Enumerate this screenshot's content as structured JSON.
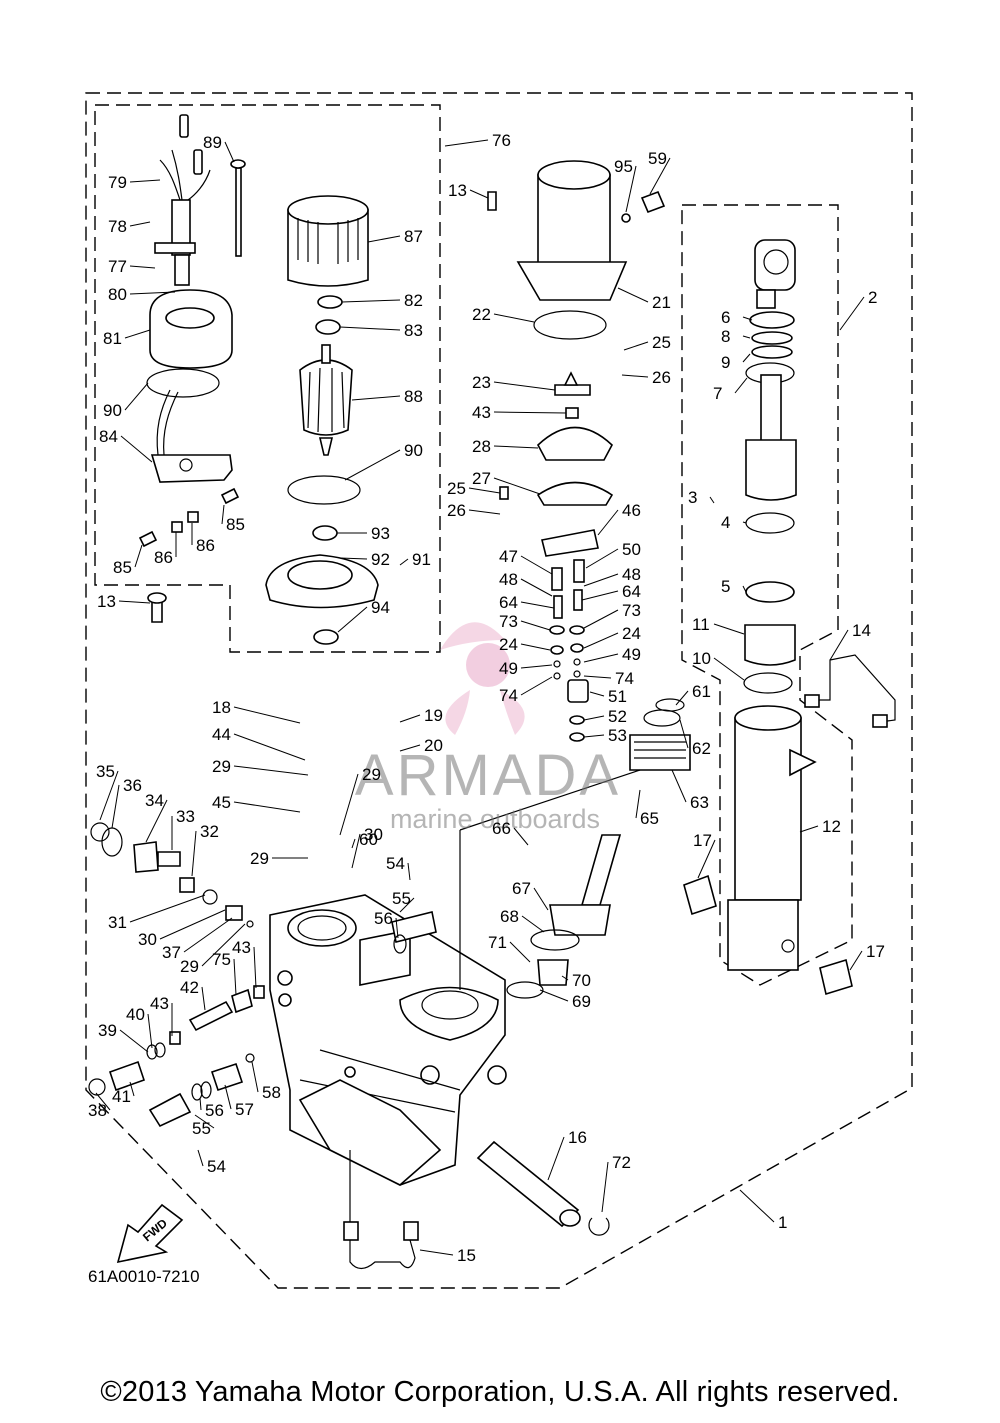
{
  "diagram_code": "61A0010-7210",
  "fwd_label": "FWD",
  "watermark": {
    "brand": "ARMADA",
    "tagline": "marine outboards"
  },
  "copyright": "©2013 Yamaha Motor Corporation, U.S.A. All rights reserved.",
  "callouts": [
    "1",
    "2",
    "3",
    "4",
    "5",
    "6",
    "7",
    "8",
    "9",
    "10",
    "11",
    "12",
    "13",
    "14",
    "15",
    "16",
    "17",
    "18",
    "19",
    "20",
    "21",
    "22",
    "23",
    "24",
    "25",
    "26",
    "27",
    "28",
    "29",
    "30",
    "31",
    "32",
    "33",
    "34",
    "35",
    "36",
    "37",
    "38",
    "39",
    "40",
    "41",
    "42",
    "43",
    "44",
    "45",
    "46",
    "47",
    "48",
    "49",
    "50",
    "51",
    "52",
    "53",
    "54",
    "55",
    "56",
    "57",
    "58",
    "59",
    "60",
    "61",
    "62",
    "63",
    "64",
    "65",
    "66",
    "67",
    "68",
    "69",
    "70",
    "71",
    "72",
    "73",
    "74",
    "75",
    "76",
    "77",
    "78",
    "79",
    "80",
    "81",
    "82",
    "83",
    "84",
    "85",
    "86",
    "87",
    "88",
    "89",
    "90",
    "91",
    "92",
    "93",
    "94",
    "95"
  ]
}
